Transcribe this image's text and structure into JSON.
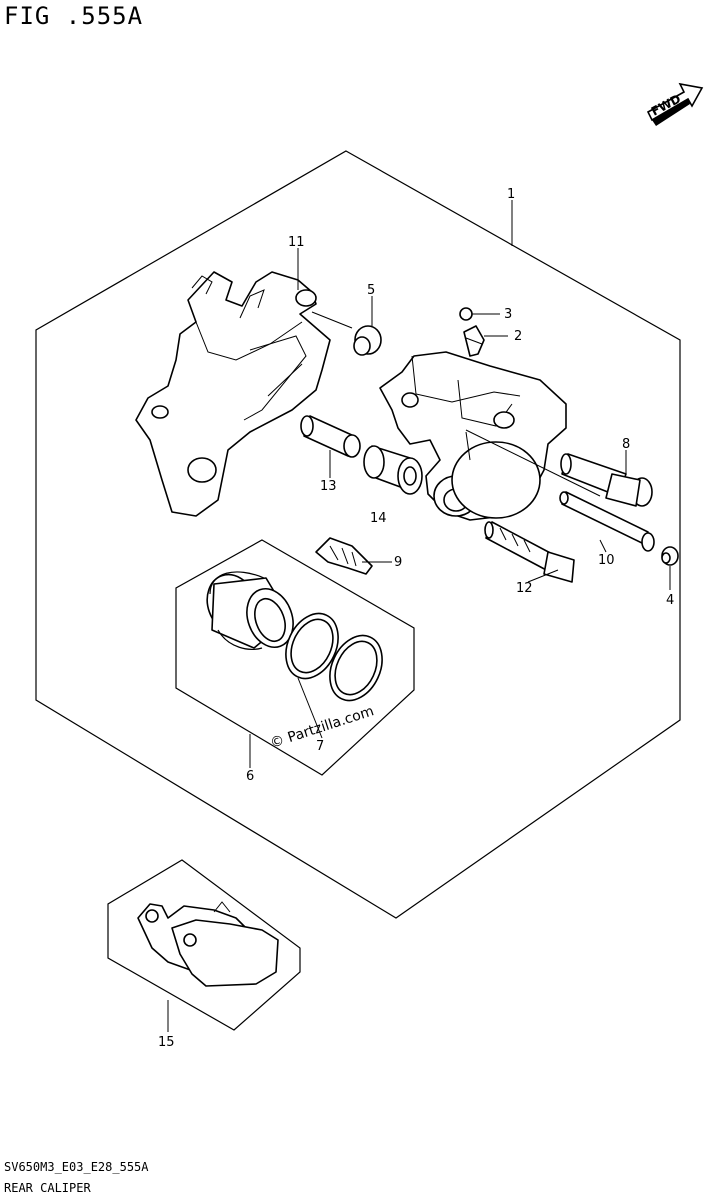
{
  "figure": {
    "title": "FIG .555A",
    "fwd_label": "FWD",
    "watermark": "© Partzilla.com"
  },
  "footer": {
    "code": "SV650M3_E03_E28_555A",
    "name": "REAR CALIPER"
  },
  "callouts": [
    "1",
    "2",
    "3",
    "4",
    "5",
    "6",
    "7",
    "8",
    "9",
    "10",
    "11",
    "12",
    "13",
    "14",
    "15"
  ]
}
